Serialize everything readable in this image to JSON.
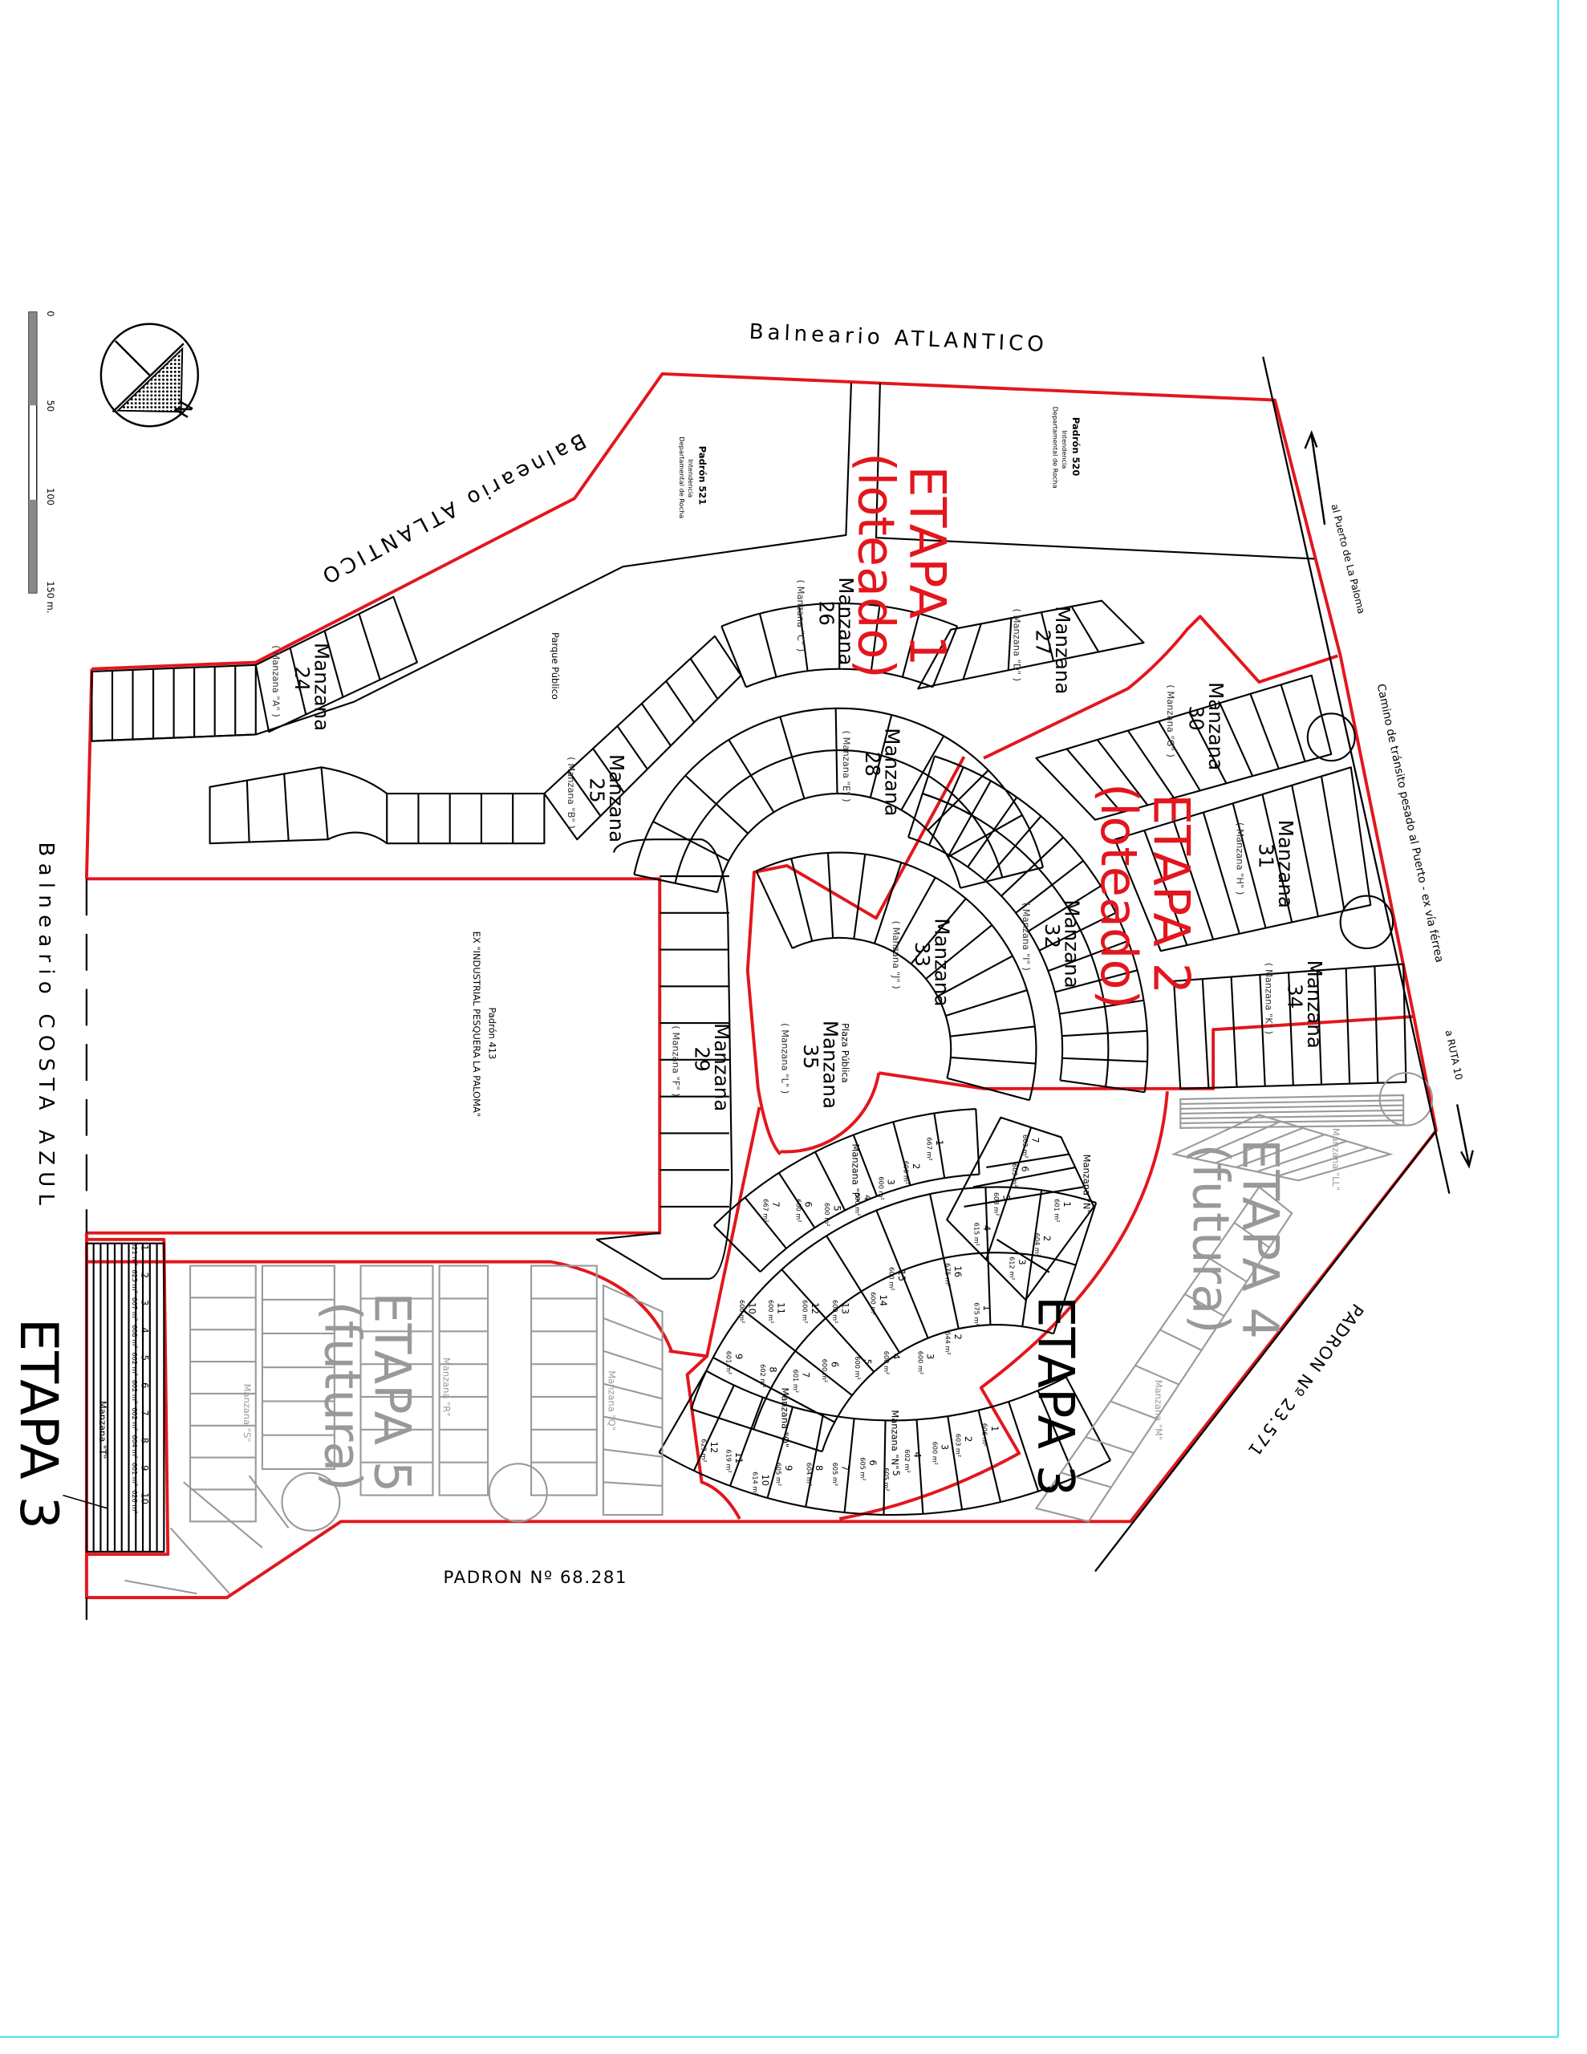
{
  "colors": {
    "boundary": "#e3161d",
    "lines": "#000000",
    "future": "#9a9a9a",
    "frame": "#5fe3e8"
  },
  "scale_bar": {
    "ticks": [
      "0",
      "50",
      "100",
      "150 m."
    ]
  },
  "compass": {
    "north_label": "N"
  },
  "places": {
    "balneario_atlantico_top": "Balneario  ATLANTICO",
    "balneario_atlantico_diag": "Balneario  ATLANTICO",
    "balneario_costa_azul": "Balneario  COSTA  AZUL",
    "padron_68281": "PADRON   Nº 68.281",
    "padron_23571": "PADRON  Nº 23.571",
    "camino": "Camino  de  tránsito pesado al Puerto  -  ex vía férrea",
    "al_puerto": "al Puerto de La Paloma",
    "a_ruta": "a  RUTA 10",
    "padron_521": [
      "Padrón 521",
      "Intendencia",
      "Departamental de Rocha"
    ],
    "padron_520": [
      "Padrón 520",
      "Intendencia",
      "Departamental de Rocha"
    ],
    "parque_publico": "Parque Público",
    "padron_413": [
      "Padrón 413",
      "EX  \"INDUSTRIAL PESQUERA LA PALOMA\""
    ],
    "plaza_publica": "Plaza Pública"
  },
  "etapas": {
    "etapa1": [
      "ETAPA 1",
      "(loteado)"
    ],
    "etapa2": [
      "ETAPA 2",
      "(loteado)"
    ],
    "etapa3_center": "ETAPA 3",
    "etapa3_left": "ETAPA  3",
    "etapa4": [
      "ETAPA 4",
      "(futura)"
    ],
    "etapa5": [
      "ETAPA 5",
      "(futura)"
    ]
  },
  "manzanas": {
    "m24": {
      "label": "Manzana",
      "number": "24",
      "alias": "( Manzana \"A\" )"
    },
    "m25": {
      "label": "Manzana",
      "number": "25",
      "alias": "( Manzana \"B\" )"
    },
    "m26": {
      "label": "Manzana",
      "number": "26",
      "alias": "( Manzana \"C\" )"
    },
    "m27": {
      "label": "Manzana",
      "number": "27",
      "alias": "( Manzana \"D\" )"
    },
    "m28": {
      "label": "Manzana",
      "number": "28",
      "alias": "( Manzana \"E\" )"
    },
    "m29": {
      "label": "Manzana",
      "number": "29",
      "alias": "( Manzana \"F\" )"
    },
    "m30": {
      "label": "Manzana",
      "number": "30",
      "alias": "( Manzana \"G\" )"
    },
    "m31": {
      "label": "Manzana",
      "number": "31",
      "alias": "( Manzana \"H\" )"
    },
    "m32": {
      "label": "Manzana",
      "number": "32",
      "alias": "( Manzana \"I\" )"
    },
    "m33": {
      "label": "Manzana",
      "number": "33",
      "alias": "( Manzana \"J\" )"
    },
    "m34": {
      "label": "Manzana",
      "number": "34",
      "alias": "( Manzana \"K\" )"
    },
    "m35": {
      "label": "Manzana",
      "number": "35",
      "alias": "( Manzana \"L\" )"
    }
  },
  "etapa3_manzanas": {
    "P": "Manzana \"P\"",
    "O": "Manzana \"O\"",
    "N_upper": "Manzana \"N\"",
    "N_lower": "Manzana \"N\"",
    "T": "Manzana \"T\""
  },
  "future_manzanas": {
    "S": "Manzana \"S\"",
    "R": "Manzana \"R\"",
    "Q": "Manzana \"Q\"",
    "LL": "Manzana \"LL\"",
    "M": "Manzana \"M\""
  },
  "lots": {
    "T": [
      [
        "1",
        "621 m²"
      ],
      [
        "2",
        "625 m²"
      ],
      [
        "3",
        "607 m²"
      ],
      [
        "4",
        "608 m²"
      ],
      [
        "5",
        "602 m²"
      ],
      [
        "6",
        "602 m²"
      ],
      [
        "7",
        "602 m²"
      ],
      [
        "8",
        "604 m²"
      ],
      [
        "9",
        "601 m²"
      ],
      [
        "10",
        "626 m²"
      ]
    ],
    "P": [
      [
        "1",
        "667 m²"
      ],
      [
        "2",
        "600 m²"
      ],
      [
        "3",
        "600 m²"
      ],
      [
        "4",
        "600 m²"
      ],
      [
        "5",
        "600 m²"
      ],
      [
        "6",
        "600 m²"
      ],
      [
        "7",
        "667 m²"
      ]
    ],
    "N_upper": [
      [
        "1",
        "601 m²"
      ],
      [
        "2",
        "604 m²"
      ],
      [
        "3",
        "612 m²"
      ],
      [
        "4",
        "615 m²"
      ],
      [
        "5",
        "603 m²"
      ],
      [
        "6",
        "603 m²"
      ],
      [
        "7",
        "603 m²"
      ]
    ],
    "O": [
      [
        "1",
        "675 m²"
      ],
      [
        "2",
        "644 m²"
      ],
      [
        "3",
        "600 m²"
      ],
      [
        "4",
        "600 m²"
      ],
      [
        "5",
        "600 m²"
      ],
      [
        "6",
        "600 m²"
      ],
      [
        "7",
        "601 m²"
      ],
      [
        "8",
        "602 m²"
      ],
      [
        "9",
        "601 m²"
      ],
      [
        "10",
        "600 m²"
      ],
      [
        "11",
        "600 m²"
      ],
      [
        "12",
        "600 m²"
      ],
      [
        "13",
        "600 m²"
      ],
      [
        "14",
        "600 m²"
      ],
      [
        "15",
        "600 m²"
      ],
      [
        "16",
        "675 m²"
      ]
    ],
    "N_lower": [
      [
        "1",
        "606 m²"
      ],
      [
        "2",
        "603 m²"
      ],
      [
        "3",
        "600 m²"
      ],
      [
        "4",
        "602 m²"
      ],
      [
        "5",
        "605 m²"
      ],
      [
        "6",
        "605 m²"
      ],
      [
        "7",
        "605 m²"
      ],
      [
        "8",
        "604 m²"
      ],
      [
        "9",
        "605 m²"
      ],
      [
        "10",
        "614 m²"
      ],
      [
        "11",
        "619 m²"
      ],
      [
        "12",
        "623 m²"
      ]
    ]
  }
}
